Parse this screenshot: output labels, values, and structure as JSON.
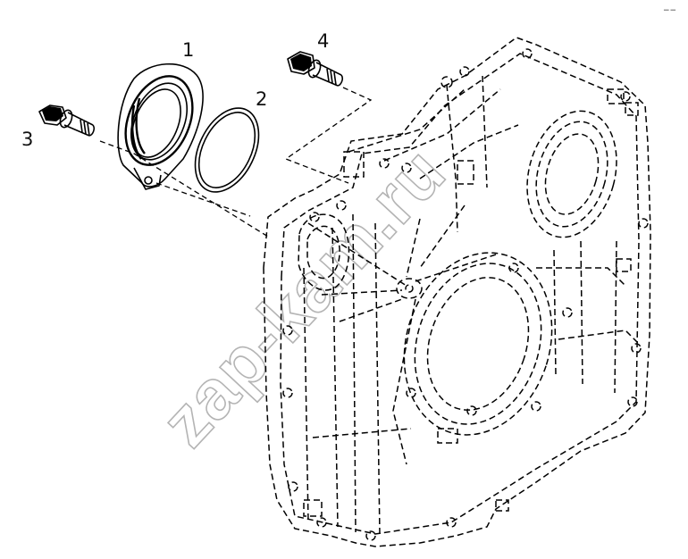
{
  "parts": [
    {
      "number": "1",
      "icon": "seal-housing-icon"
    },
    {
      "number": "2",
      "icon": "o-ring-icon"
    },
    {
      "number": "3",
      "icon": "bolt-icon"
    },
    {
      "number": "4",
      "icon": "bolt-icon"
    }
  ],
  "watermark": "zap-kam.ru",
  "corner_mark": "−−"
}
